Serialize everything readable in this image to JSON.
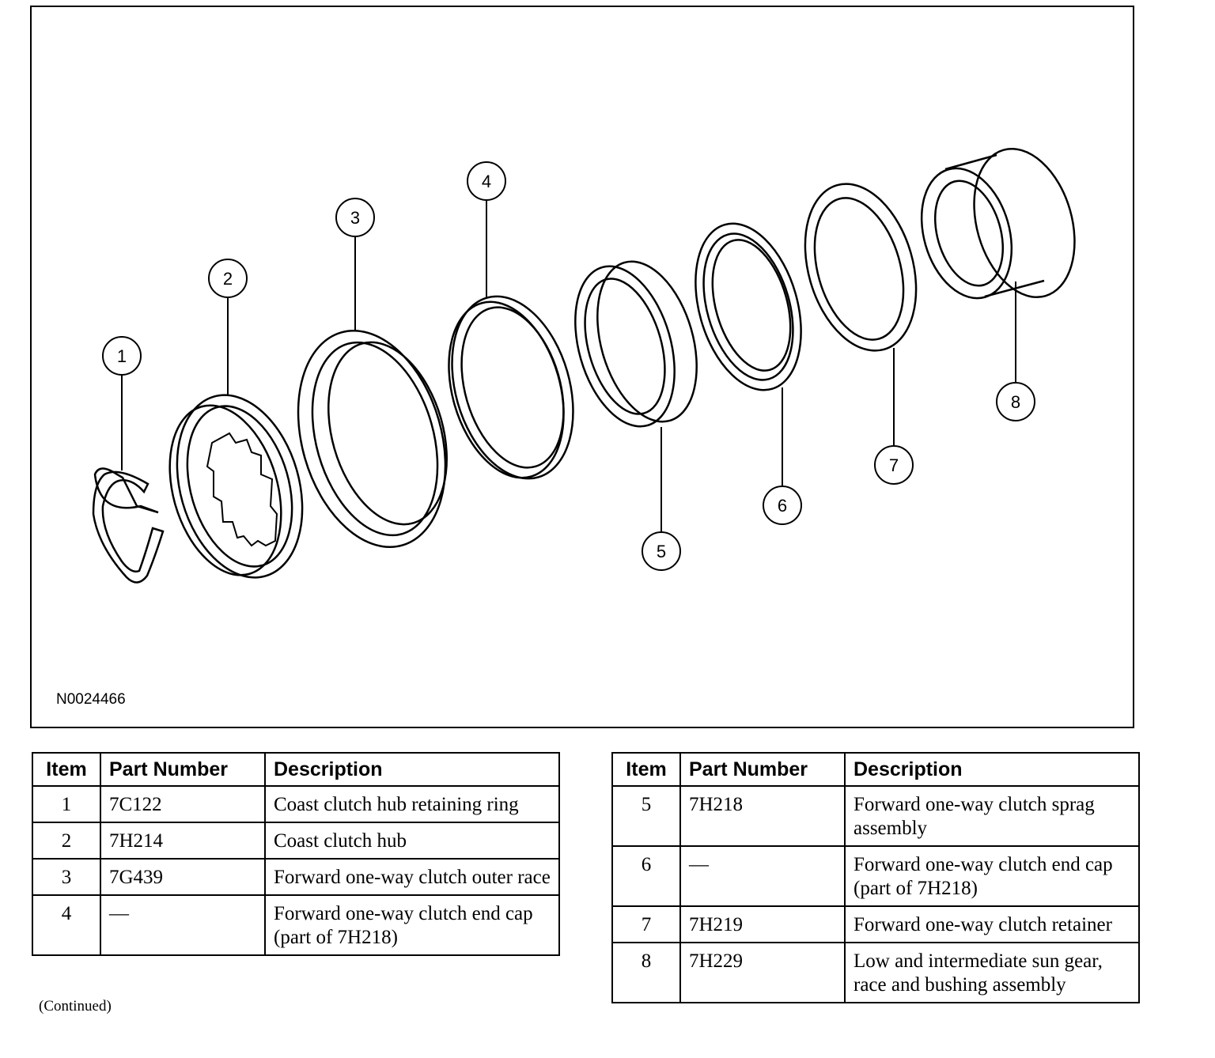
{
  "figure": {
    "id": "N0024466",
    "callouts": [
      "1",
      "2",
      "3",
      "4",
      "5",
      "6",
      "7",
      "8"
    ]
  },
  "tables": {
    "headers": {
      "item": "Item",
      "part_number": "Part Number",
      "description": "Description"
    },
    "left_rows": [
      {
        "item": "1",
        "part": "7C122",
        "desc": "Coast clutch hub retaining ring"
      },
      {
        "item": "2",
        "part": "7H214",
        "desc": "Coast clutch hub"
      },
      {
        "item": "3",
        "part": "7G439",
        "desc": "Forward one-way clutch outer race"
      },
      {
        "item": "4",
        "part": "—",
        "desc": "Forward one-way clutch end cap (part of 7H218)"
      }
    ],
    "right_rows": [
      {
        "item": "5",
        "part": "7H218",
        "desc": "Forward one-way clutch sprag assembly"
      },
      {
        "item": "6",
        "part": "—",
        "desc": "Forward one-way clutch end cap (part of 7H218)"
      },
      {
        "item": "7",
        "part": "7H219",
        "desc": "Forward one-way clutch retainer"
      },
      {
        "item": "8",
        "part": "7H229",
        "desc": "Low and intermediate sun gear, race and bushing assembly"
      }
    ],
    "continued": "(Continued)"
  }
}
